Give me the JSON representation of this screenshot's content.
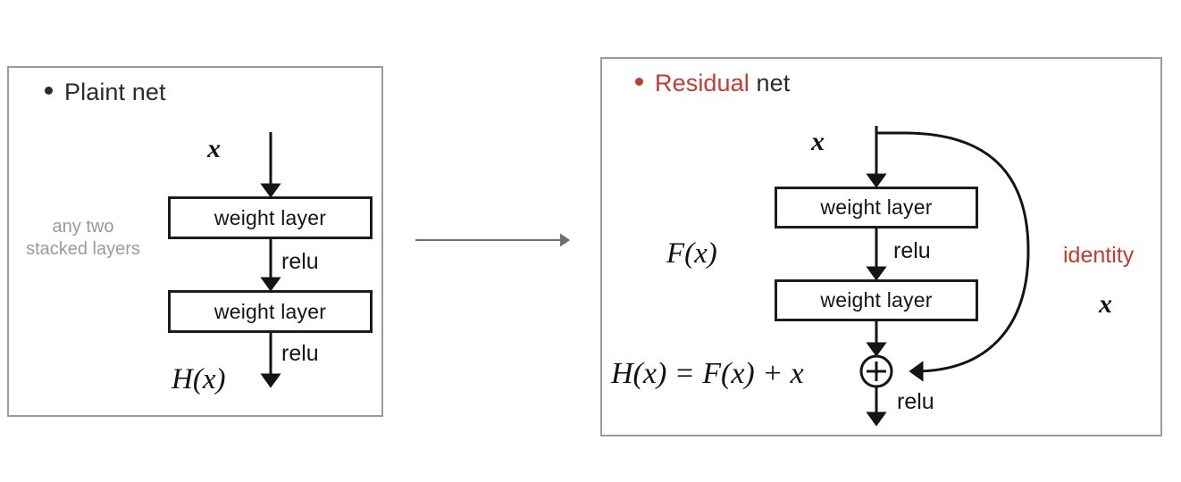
{
  "figure": {
    "title_plain_bullet": "•",
    "background": "#ffffff",
    "accent_color": "#c43a2e",
    "ink_color": "#141414",
    "muted_color": "#9a9a9a",
    "panel_border_color": "#9b9b9b"
  },
  "left_panel": {
    "title_word_1": "Plaint",
    "title_word_2": "net",
    "side_note_line_1": "any two",
    "side_note_line_2": "stacked layers",
    "input_label": "x",
    "box_1_label": "weight layer",
    "box_2_label": "weight layer",
    "relu_1": "relu",
    "relu_2": "relu",
    "output_label": "H(x)"
  },
  "transition": {
    "arrow_icon": "right-arrow"
  },
  "right_panel": {
    "title_word_1": "Residual",
    "title_word_2": "net",
    "input_label": "x",
    "function_label": "F(x)",
    "box_1_label": "weight layer",
    "box_2_label": "weight layer",
    "relu_1": "relu",
    "relu_2": "relu",
    "sum_symbol": "⊕",
    "equation": "H(x) = F(x) + x",
    "skip_label": "identity",
    "skip_var": "x"
  }
}
